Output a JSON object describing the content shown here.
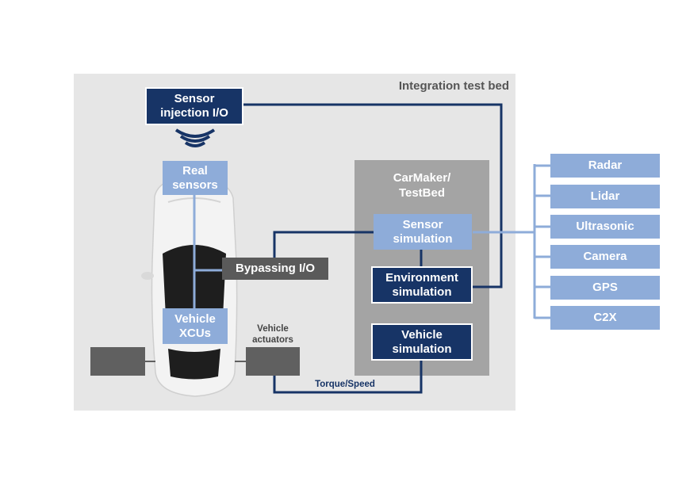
{
  "title": "Integration test bed",
  "boxes": {
    "sensor_injection": "Sensor\ninjection I/O",
    "real_sensors": "Real\nsensors",
    "vehicle_xcus": "Vehicle\nXCUs",
    "bypassing_io": "Bypassing I/O",
    "carmaker": "CarMaker/\nTestBed",
    "sensor_simulation": "Sensor\nsimulation",
    "environment_simulation": "Environment\nsimulation",
    "vehicle_simulation": "Vehicle\nsimulation"
  },
  "labels": {
    "vehicle_actuators": "Vehicle\nactuators",
    "torque_speed": "Torque/Speed"
  },
  "sensors": [
    "Radar",
    "Lidar",
    "Ultrasonic",
    "Camera",
    "GPS",
    "C2X"
  ],
  "colors": {
    "navy": "#173466",
    "light_blue": "#8eacd9",
    "panel_gray": "#e6e6e6",
    "block_gray": "#a4a4a4",
    "dark_gray": "#5a5a5a",
    "car_body": "#f3f3f3"
  },
  "icons": {
    "signal": "wireless-signal-icon",
    "car": "car-topview-icon"
  }
}
